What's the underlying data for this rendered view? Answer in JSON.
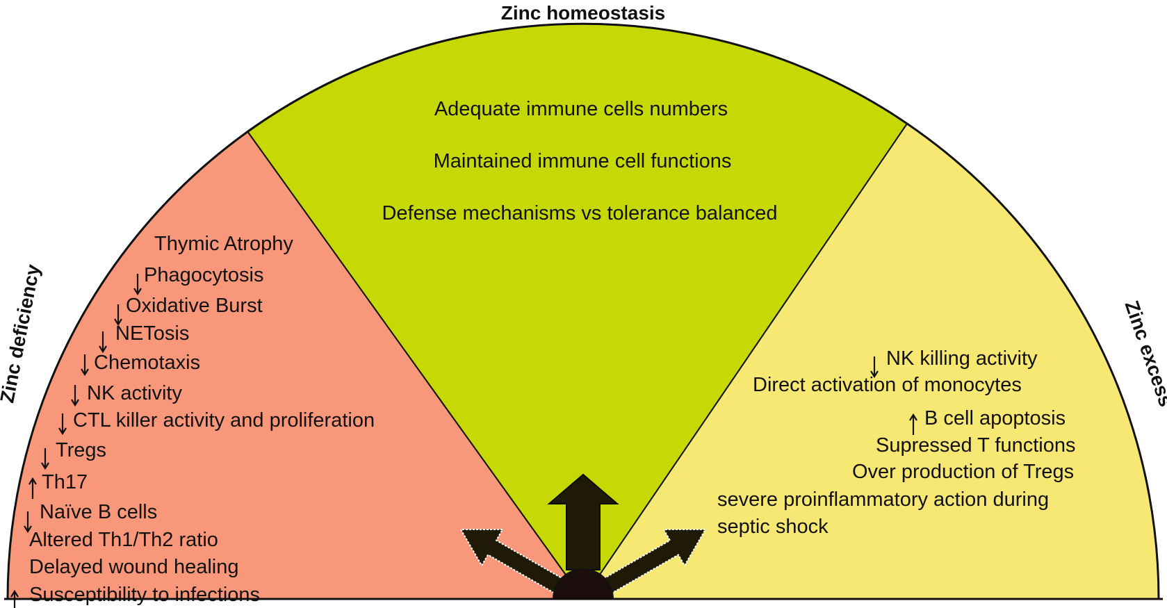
{
  "titles": {
    "top": "Zinc homeostasis",
    "left": "Zinc deficiency",
    "right": "Zinc excess"
  },
  "colors": {
    "deficiency": "#f9977b",
    "homeostasis": "#c6d904",
    "excess": "#f6e873",
    "outline": "#111111",
    "arrow": "#1e1a06",
    "hub": "#1b0d0b"
  },
  "homeostasis_items": [
    "Adequate immune cells numbers",
    "Maintained immune cell functions",
    "Defense mechanisms vs tolerance balanced"
  ],
  "deficiency_items": [
    {
      "label": "Thymic Atrophy",
      "arrow": "none"
    },
    {
      "label": "Phagocytosis",
      "arrow": "down"
    },
    {
      "label": "Oxidative Burst",
      "arrow": "down"
    },
    {
      "label": "NETosis",
      "arrow": "down"
    },
    {
      "label": "Chemotaxis",
      "arrow": "down"
    },
    {
      "label": "NK activity",
      "arrow": "down"
    },
    {
      "label": "CTL killer activity and proliferation",
      "arrow": "down"
    },
    {
      "label": "Tregs",
      "arrow": "down"
    },
    {
      "label": "Th17",
      "arrow": "up"
    },
    {
      "label": "Naïve B cells",
      "arrow": "down"
    },
    {
      "label": "Altered Th1/Th2 ratio",
      "arrow": "none"
    },
    {
      "label": "Delayed wound healing",
      "arrow": "none"
    },
    {
      "label": "Susceptibility to infections",
      "arrow": "up"
    }
  ],
  "excess_items": [
    {
      "label": "NK killing activity",
      "arrow": "down"
    },
    {
      "label": "Direct activation of monocytes",
      "arrow": "none"
    },
    {
      "label": "B cell apoptosis",
      "arrow": "up"
    },
    {
      "label": "Supressed T functions",
      "arrow": "none"
    },
    {
      "label": "Over production of Tregs",
      "arrow": "none"
    },
    {
      "label": "severe proinflammatory action during",
      "arrow": "none"
    },
    {
      "label": "septic shock",
      "arrow": "none"
    }
  ]
}
